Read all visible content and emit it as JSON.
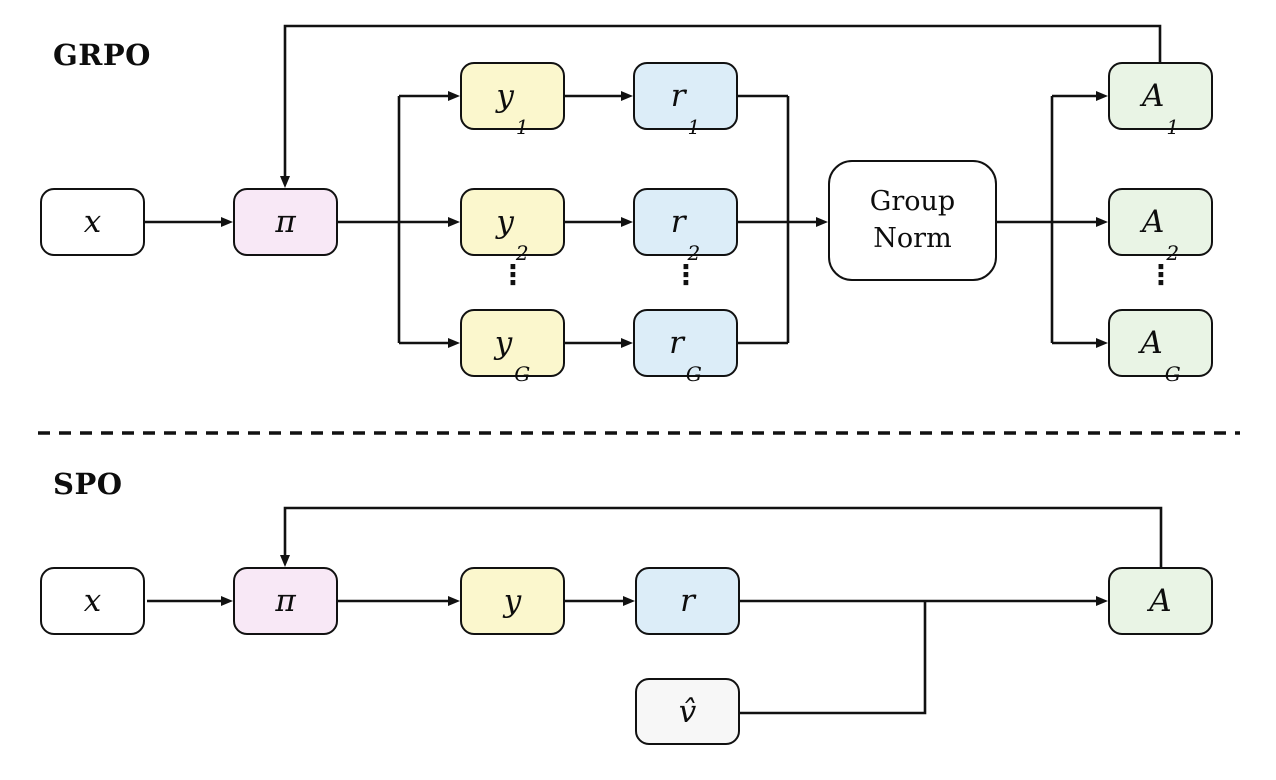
{
  "grpo": {
    "title": "GRPO",
    "ellipsis": "⋮",
    "nodes": {
      "x": {
        "label": "x",
        "color": "#ffffff"
      },
      "pi": {
        "label": "π",
        "color": "#f8e8f6"
      },
      "y1": {
        "base": "y",
        "sub": "1",
        "color": "#fbf7cd"
      },
      "y2": {
        "base": "y",
        "sub": "2",
        "color": "#fbf7cd"
      },
      "yG": {
        "base": "y",
        "sub": "G",
        "color": "#fbf7cd"
      },
      "r1": {
        "base": "r",
        "sub": "1",
        "color": "#dcedf8"
      },
      "r2": {
        "base": "r",
        "sub": "2",
        "color": "#dcedf8"
      },
      "rG": {
        "base": "r",
        "sub": "G",
        "color": "#dcedf8"
      },
      "group_norm": {
        "line1": "Group",
        "line2": "Norm",
        "color": "#ffffff"
      },
      "A1": {
        "base": "A",
        "sub": "1",
        "color": "#e9f4e5"
      },
      "A2": {
        "base": "A",
        "sub": "2",
        "color": "#e9f4e5"
      },
      "AG": {
        "base": "A",
        "sub": "G",
        "color": "#e9f4e5"
      }
    }
  },
  "spo": {
    "title": "SPO",
    "nodes": {
      "x": {
        "label": "x",
        "color": "#ffffff"
      },
      "pi": {
        "label": "π",
        "color": "#f8e8f6"
      },
      "y": {
        "label": "y",
        "color": "#fbf7cd"
      },
      "r": {
        "label": "r",
        "color": "#dcedf8"
      },
      "vhat": {
        "label": "v̂",
        "color": "#f7f7f7"
      },
      "A": {
        "label": "A",
        "color": "#e9f4e5"
      }
    }
  },
  "colors": {
    "line": "#111111",
    "border": "#111111",
    "background": "#ffffff",
    "text": "#0d0d0d"
  }
}
